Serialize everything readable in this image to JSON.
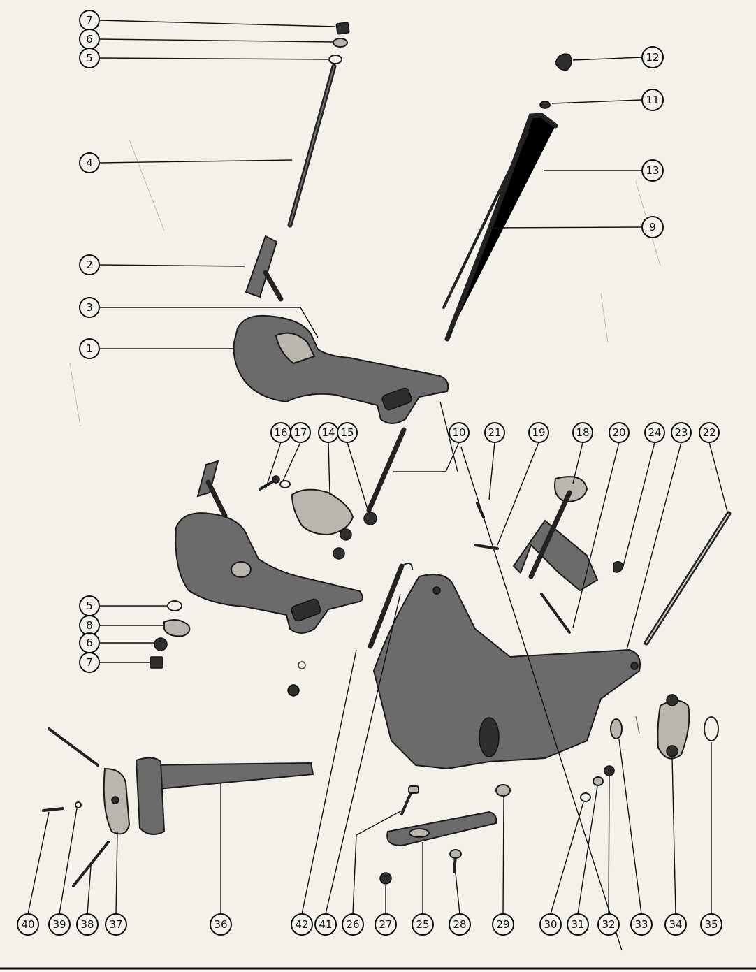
{
  "callouts": [
    {
      "id": "c7a",
      "label": "7"
    },
    {
      "id": "c6a",
      "label": "6"
    },
    {
      "id": "c5a",
      "label": "5"
    },
    {
      "id": "c4",
      "label": "4"
    },
    {
      "id": "c2",
      "label": "2"
    },
    {
      "id": "c3",
      "label": "3"
    },
    {
      "id": "c1",
      "label": "1"
    },
    {
      "id": "c12",
      "label": "12"
    },
    {
      "id": "c11",
      "label": "11"
    },
    {
      "id": "c13",
      "label": "13"
    },
    {
      "id": "c9",
      "label": "9"
    },
    {
      "id": "c16",
      "label": "16"
    },
    {
      "id": "c17",
      "label": "17"
    },
    {
      "id": "c14",
      "label": "14"
    },
    {
      "id": "c15",
      "label": "15"
    },
    {
      "id": "c10",
      "label": "10"
    },
    {
      "id": "c21",
      "label": "21"
    },
    {
      "id": "c19",
      "label": "19"
    },
    {
      "id": "c18",
      "label": "18"
    },
    {
      "id": "c20",
      "label": "20"
    },
    {
      "id": "c24",
      "label": "24"
    },
    {
      "id": "c23",
      "label": "23"
    },
    {
      "id": "c22",
      "label": "22"
    },
    {
      "id": "c5b",
      "label": "5"
    },
    {
      "id": "c8",
      "label": "8"
    },
    {
      "id": "c6b",
      "label": "6"
    },
    {
      "id": "c7b",
      "label": "7"
    },
    {
      "id": "c40",
      "label": "40"
    },
    {
      "id": "c39",
      "label": "39"
    },
    {
      "id": "c38",
      "label": "38"
    },
    {
      "id": "c37",
      "label": "37"
    },
    {
      "id": "c36",
      "label": "36"
    },
    {
      "id": "c42",
      "label": "42"
    },
    {
      "id": "c41",
      "label": "41"
    },
    {
      "id": "c26",
      "label": "26"
    },
    {
      "id": "c27",
      "label": "27"
    },
    {
      "id": "c25",
      "label": "25"
    },
    {
      "id": "c28",
      "label": "28"
    },
    {
      "id": "c29",
      "label": "29"
    },
    {
      "id": "c30",
      "label": "30"
    },
    {
      "id": "c31",
      "label": "31"
    },
    {
      "id": "c32",
      "label": "32"
    },
    {
      "id": "c33",
      "label": "33"
    },
    {
      "id": "c34",
      "label": "34"
    },
    {
      "id": "c35",
      "label": "35"
    }
  ]
}
